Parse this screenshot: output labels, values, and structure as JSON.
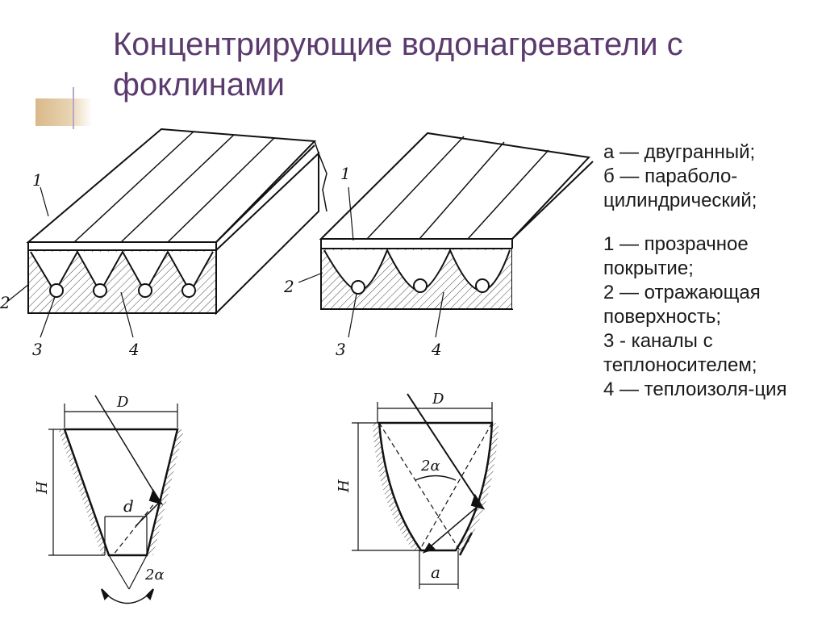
{
  "slide": {
    "title": "Концентрирующие водонагреватели с фоклинами"
  },
  "legend": {
    "items": [
      "а — двугранный;",
      "б — параболо-цилиндрический;",
      "1 — прозрачное покрытие;",
      "2 — отражающая поверхность;",
      "3 - каналы с теплоносителем;",
      "4 — теплоизоля-ция"
    ]
  },
  "diagram": {
    "labels": {
      "cover": "1",
      "reflector": "2",
      "channels": "3",
      "insulation": "4",
      "aperture_width": "D",
      "height": "H",
      "absorber_width": "d",
      "absorber_width_b": "a",
      "angle": "2α"
    }
  }
}
